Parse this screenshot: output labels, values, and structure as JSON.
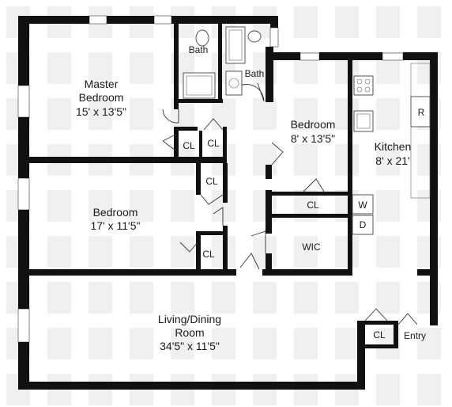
{
  "rooms": {
    "master_bedroom": {
      "name_line1": "Master",
      "name_line2": "Bedroom",
      "size": "15' x 13'5\""
    },
    "bath_1": {
      "name": "Bath"
    },
    "bath_2": {
      "name": "Bath"
    },
    "bedroom_2": {
      "name": "Bedroom",
      "size": "8' x 13'5\""
    },
    "kitchen": {
      "name": "Kitchen",
      "size": "8' x 21'"
    },
    "bedroom_3": {
      "name": "Bedroom",
      "size": "17' x 11'5\""
    },
    "living_dining": {
      "name_line1": "Living/Dining",
      "name_line2": "Room",
      "size": "34'5\" x 11'5\""
    },
    "wic": {
      "name": "WIC"
    },
    "entry": {
      "name": "Entry"
    }
  },
  "closets": {
    "cl_master_a": "CL",
    "cl_master_b": "CL",
    "cl_hall": "CL",
    "cl_bedroom2": "CL",
    "cl_bedroom3": "CL",
    "cl_entry": "CL"
  },
  "appliances": {
    "range": "R",
    "washer": "W",
    "dryer": "D"
  },
  "colors": {
    "wall": "#111111",
    "watermark": "#f0f0f0"
  }
}
